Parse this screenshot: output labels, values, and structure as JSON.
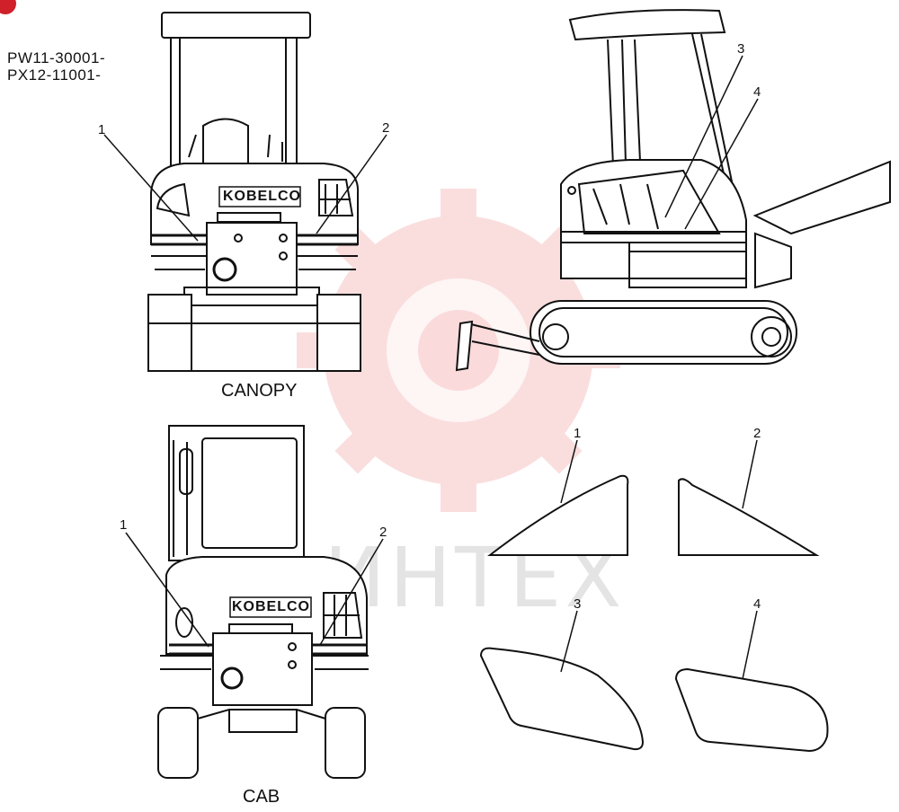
{
  "serials": [
    "PW11-30001-",
    "PX12-11001-"
  ],
  "captions": {
    "canopy": "CANOPY",
    "cab": "CAB"
  },
  "brand": "KOBELCO",
  "watermark": "ИНТЕХ",
  "callouts": {
    "canopy_1": "1",
    "canopy_2": "2",
    "side_3": "3",
    "side_4": "4",
    "cab_1": "1",
    "cab_2": "2",
    "part_1": "1",
    "part_2": "2",
    "part_3": "3",
    "part_4": "4"
  },
  "colors": {
    "line": "#111111",
    "watermark": "#f08a8a"
  }
}
